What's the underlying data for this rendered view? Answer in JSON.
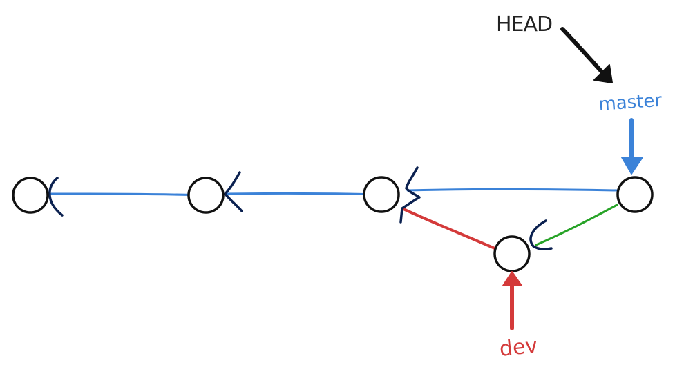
{
  "colors": {
    "background": "#ffffff",
    "node_stroke": "#111111",
    "arrowhead": "#0b2150",
    "master": "#3b82d8",
    "dev": "#d43a3a",
    "merge_edge": "#27a327",
    "head": "#111111"
  },
  "labels": {
    "head": "HEAD",
    "master": "master",
    "dev": "dev"
  },
  "nodes": [
    {
      "id": "c1"
    },
    {
      "id": "c2"
    },
    {
      "id": "c3"
    },
    {
      "id": "c4-master"
    },
    {
      "id": "c5-dev"
    }
  ],
  "edges": [
    {
      "from": "c2",
      "to": "c1",
      "branch": "master"
    },
    {
      "from": "c3",
      "to": "c2",
      "branch": "master"
    },
    {
      "from": "c4-master",
      "to": "c3",
      "branch": "master"
    },
    {
      "from": "c5-dev",
      "to": "c3",
      "branch": "dev"
    },
    {
      "from": "c4-master",
      "to": "c5-dev",
      "branch": "merge"
    }
  ],
  "pointers": [
    {
      "name": "HEAD",
      "target": "master"
    },
    {
      "name": "master",
      "target": "c4-master"
    },
    {
      "name": "dev",
      "target": "c5-dev"
    }
  ]
}
